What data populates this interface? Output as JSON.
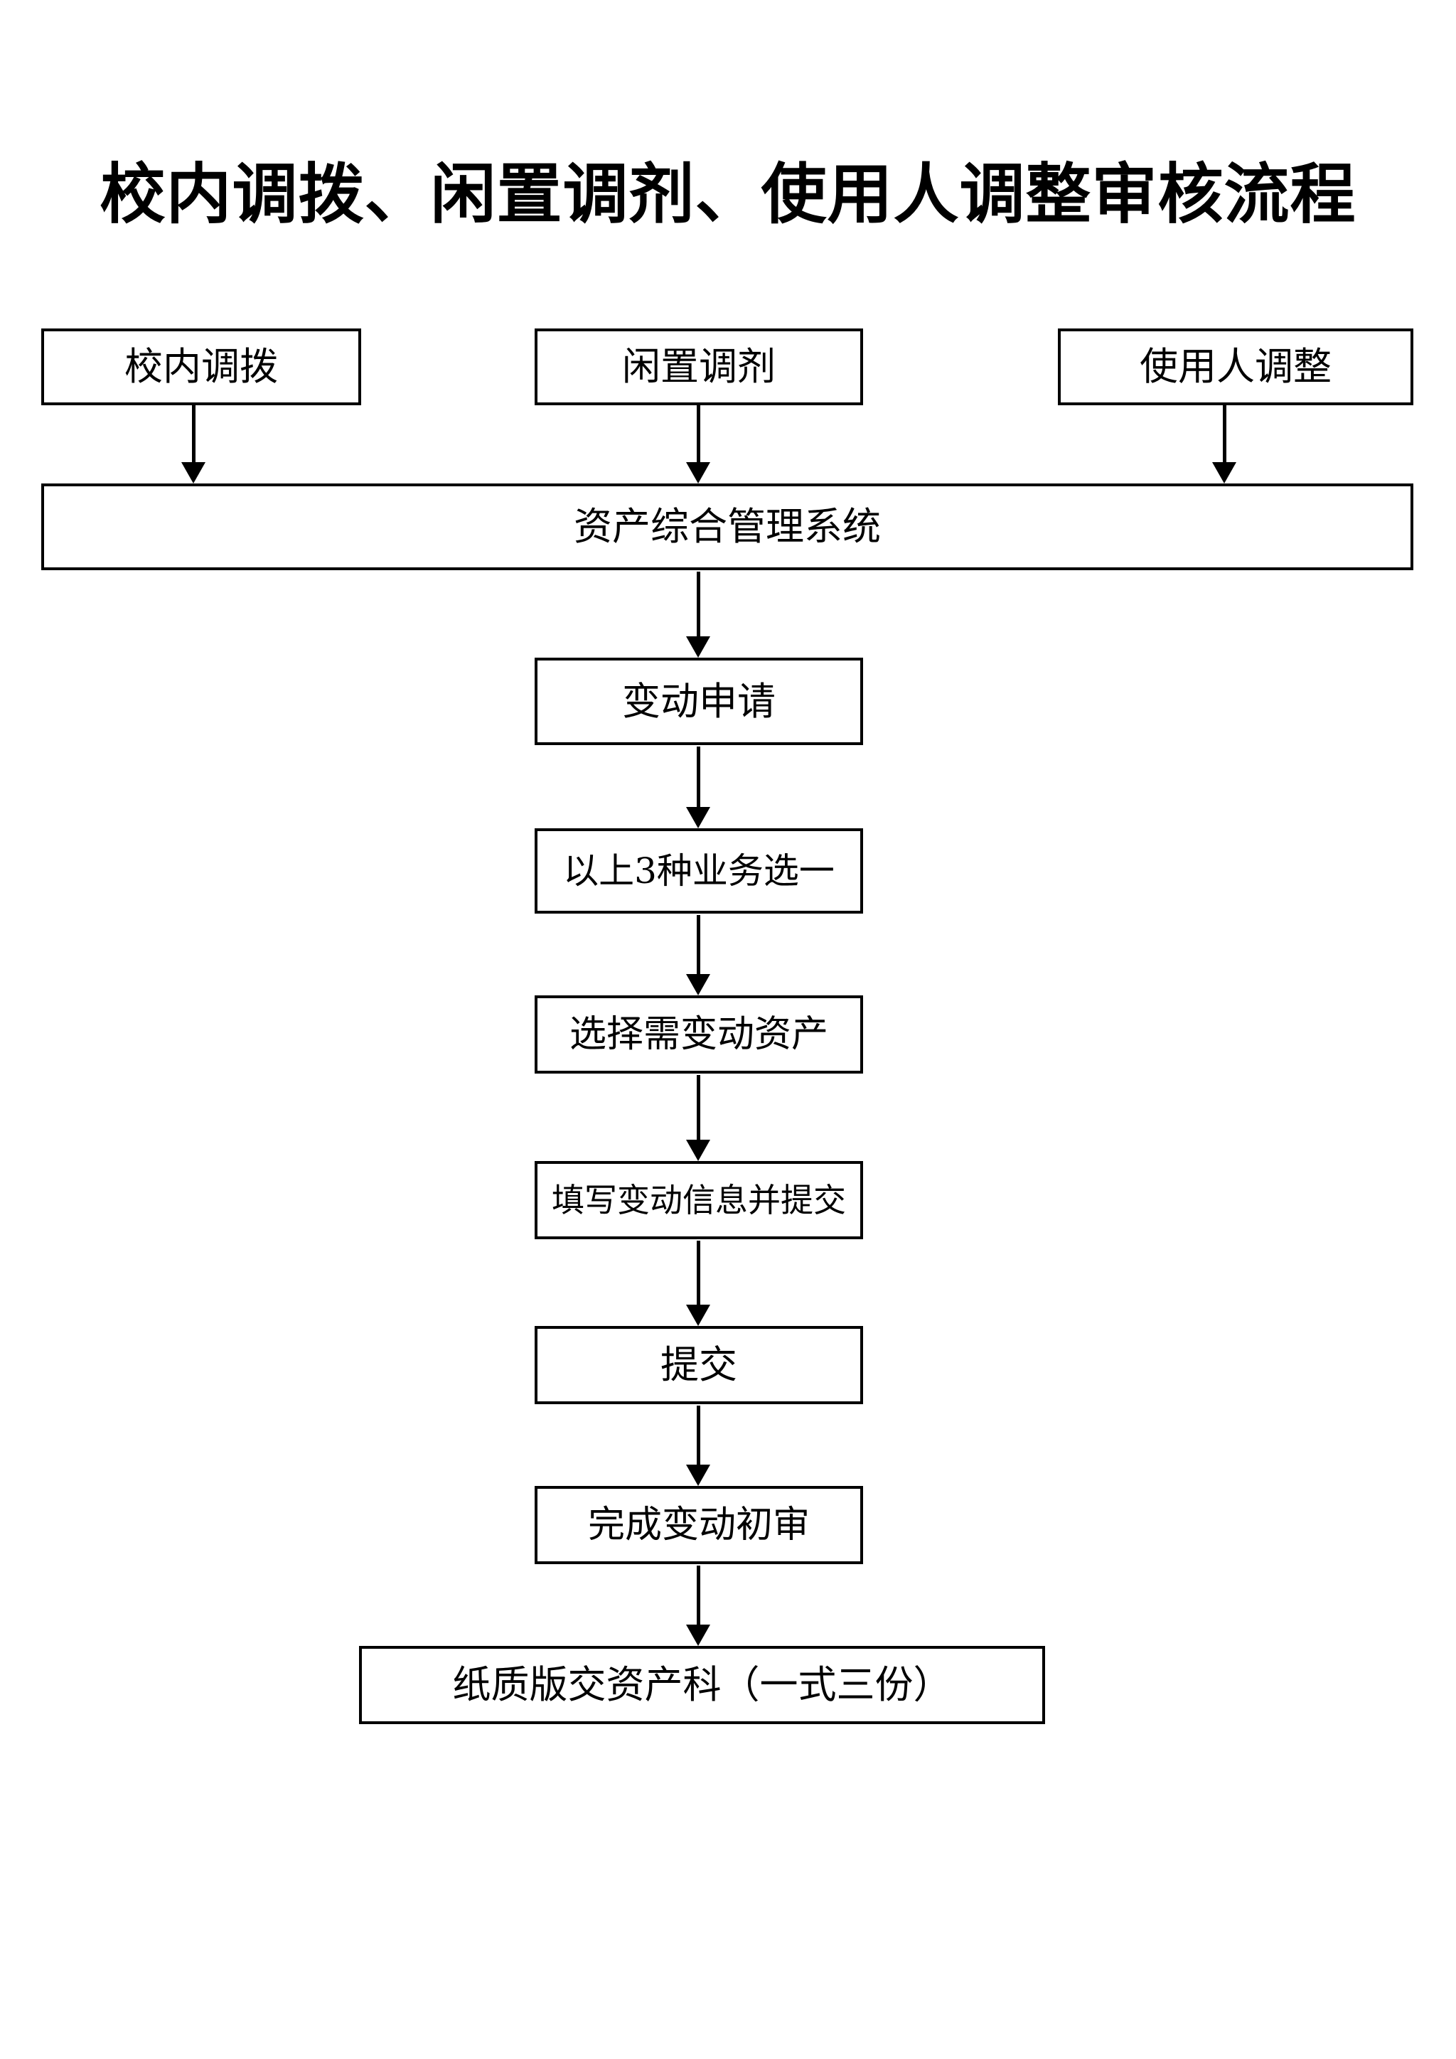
{
  "document": {
    "title": "校内调拨、闲置调剂、使用人调整审核流程",
    "background_color": "#ffffff",
    "line_color": "#000000"
  },
  "chart_data": {
    "type": "diagram",
    "diagram_type": "flowchart",
    "orientation": "top-to-bottom",
    "title": "校内调拨、闲置调剂、使用人调整审核流程",
    "nodes": [
      {
        "id": "internal-transfer",
        "label": "校内调拨",
        "shape": "rectangle",
        "row": 1,
        "column": 1
      },
      {
        "id": "idle-adjust",
        "label": "闲置调剂",
        "shape": "rectangle",
        "row": 1,
        "column": 2
      },
      {
        "id": "user-change",
        "label": "使用人调整",
        "shape": "rectangle",
        "row": 1,
        "column": 3
      },
      {
        "id": "asset-system",
        "label": "资产综合管理系统",
        "shape": "rectangle",
        "row": 2,
        "column": 0
      },
      {
        "id": "change-application",
        "label": "变动申请",
        "shape": "rectangle",
        "row": 3,
        "column": 2
      },
      {
        "id": "choose-one-of-three",
        "label": "以上3种业务选一",
        "shape": "rectangle",
        "row": 4,
        "column": 2
      },
      {
        "id": "select-asset",
        "label": "选择需变动资产",
        "shape": "rectangle",
        "row": 5,
        "column": 2
      },
      {
        "id": "fill-and-submit",
        "label": "填写变动信息并提交",
        "shape": "rectangle",
        "row": 6,
        "column": 2
      },
      {
        "id": "submit",
        "label": "提交",
        "shape": "rectangle",
        "row": 7,
        "column": 2
      },
      {
        "id": "complete-first-review",
        "label": "完成变动初审",
        "shape": "rectangle",
        "row": 8,
        "column": 2
      },
      {
        "id": "paper-to-asset-office",
        "label": "纸质版交资产科（一式三份）",
        "shape": "rectangle",
        "row": 9,
        "column": 2
      }
    ],
    "edges": [
      {
        "from": "internal-transfer",
        "to": "asset-system",
        "style": "arrow-down"
      },
      {
        "from": "idle-adjust",
        "to": "asset-system",
        "style": "arrow-down"
      },
      {
        "from": "user-change",
        "to": "asset-system",
        "style": "arrow-down"
      },
      {
        "from": "asset-system",
        "to": "change-application",
        "style": "arrow-down"
      },
      {
        "from": "change-application",
        "to": "choose-one-of-three",
        "style": "arrow-down"
      },
      {
        "from": "choose-one-of-three",
        "to": "select-asset",
        "style": "arrow-down"
      },
      {
        "from": "select-asset",
        "to": "fill-and-submit",
        "style": "arrow-down"
      },
      {
        "from": "fill-and-submit",
        "to": "submit",
        "style": "arrow-down"
      },
      {
        "from": "submit",
        "to": "complete-first-review",
        "style": "arrow-down"
      },
      {
        "from": "complete-first-review",
        "to": "paper-to-asset-office",
        "style": "arrow-down"
      }
    ]
  }
}
